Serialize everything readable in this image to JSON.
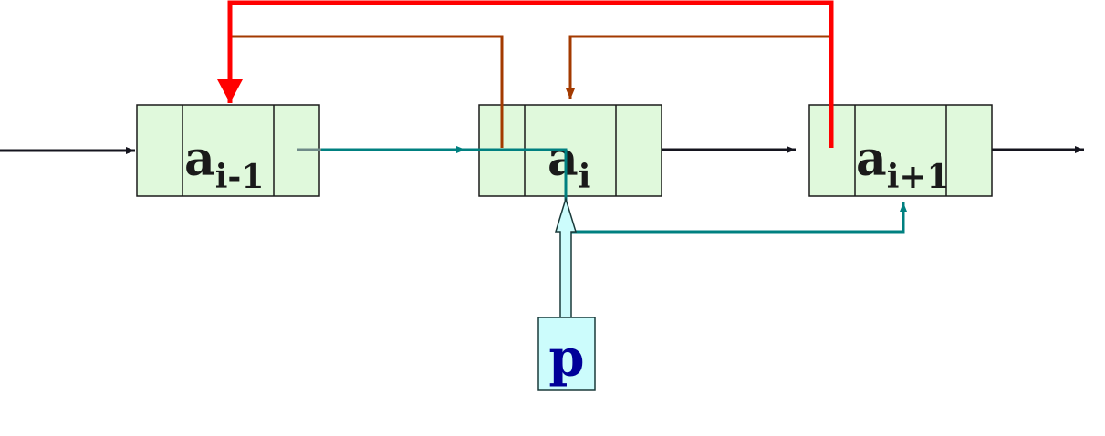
{
  "nodes": [
    {
      "base": "a",
      "sub": "i-1"
    },
    {
      "base": "a",
      "sub": "i"
    },
    {
      "base": "a",
      "sub": "i+1"
    }
  ],
  "pointer": {
    "label": "p"
  },
  "colors": {
    "node_fill": "#e0f9dc",
    "node_stroke": "#1a1a1a",
    "pointer_fill": "#ccfcfc",
    "pointer_text": "#000099",
    "black_link": "#14141e",
    "teal_link": "#008080",
    "brown_link": "#a33a00",
    "red_link": "#ff0000"
  }
}
